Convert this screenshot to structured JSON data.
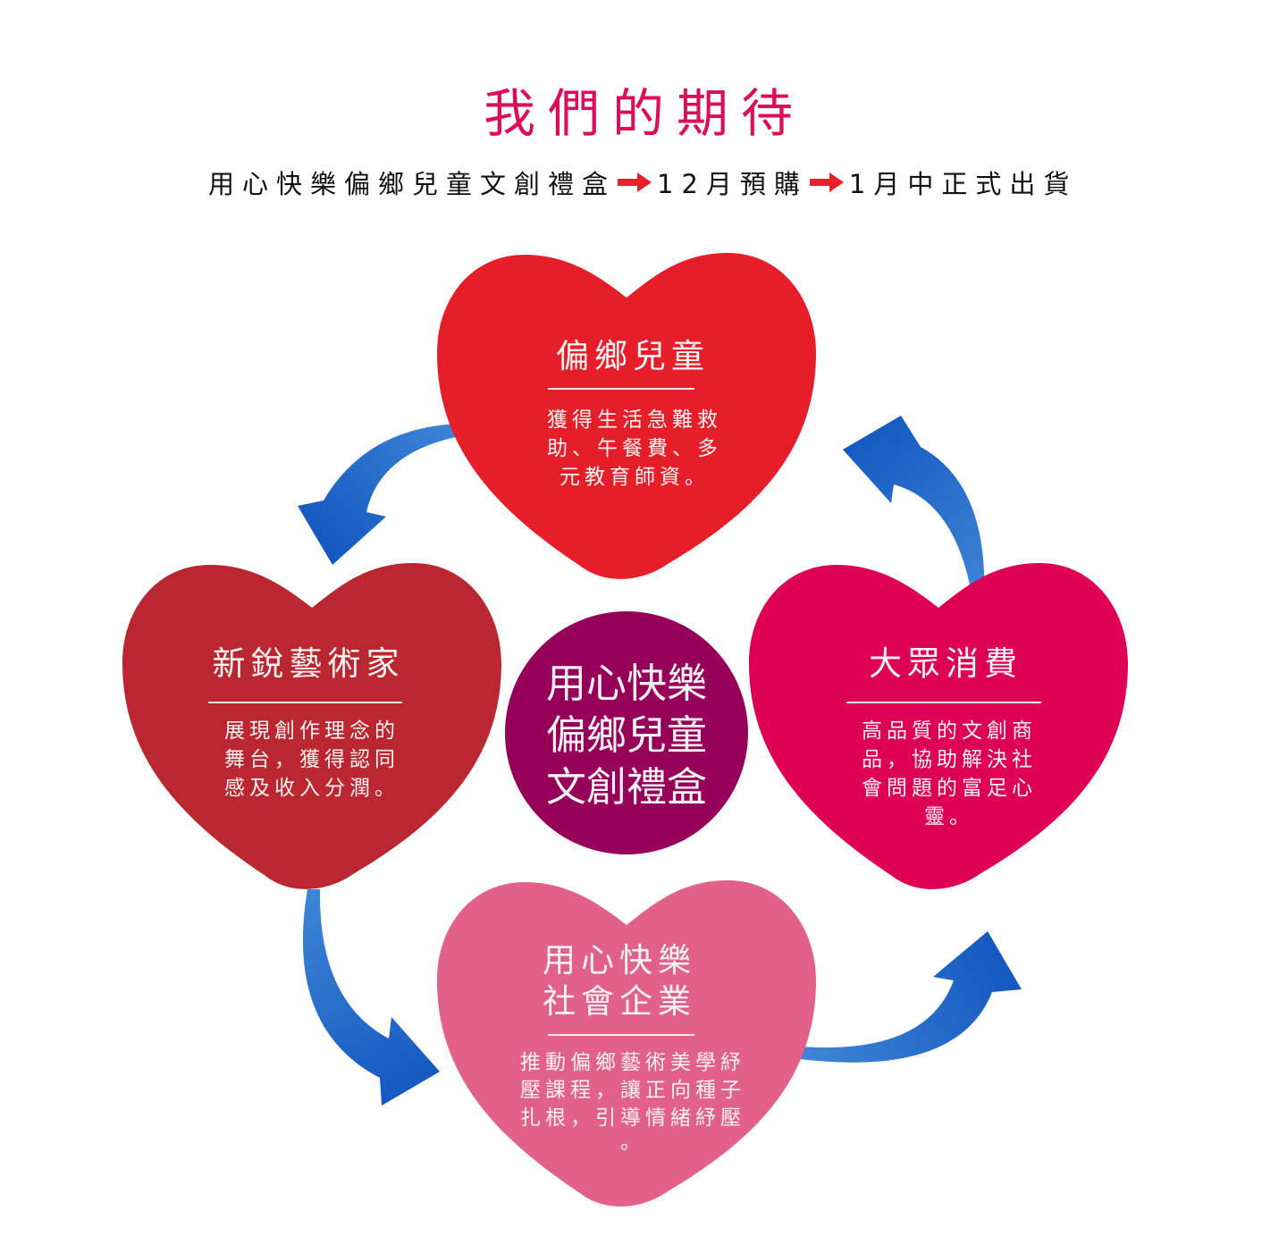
{
  "title": "我們的期待",
  "subtitle": {
    "product": "用心快樂偏鄉兒童文創禮盒",
    "step_preorder": "12月預購",
    "step_ship": "1月中正式出貨",
    "arrow_icon": "red-right-arrow",
    "arrow_color": "#e8202a"
  },
  "center": {
    "lines": [
      "用心快樂",
      "偏鄉兒童",
      "文創禮盒"
    ],
    "color": "#970059"
  },
  "hearts": {
    "top": {
      "title_lines": [
        "偏鄉兒童"
      ],
      "body_lines": [
        "獲得生活急難救",
        "助、午餐費、多",
        "元教育師資。"
      ],
      "color": "#e61e2a"
    },
    "left": {
      "title_lines": [
        "新銳藝術家"
      ],
      "body_lines": [
        "展現創作理念的",
        "舞台，獲得認同",
        "感及收入分潤。"
      ],
      "color": "#ba2730"
    },
    "right": {
      "title_lines": [
        "大眾消費"
      ],
      "body_lines": [
        "高品質的文創商",
        "品，協助解決社",
        "會問題的富足心",
        "靈。"
      ],
      "color": "#dd0055"
    },
    "bottom": {
      "title_lines": [
        "用心快樂",
        "社會企業"
      ],
      "body_lines": [
        "推動偏鄉藝術美學紓",
        "壓課程，讓正向種子",
        "扎根，引導情緒紓壓",
        "。"
      ],
      "color": "#e26188"
    }
  },
  "cycle_arrows": {
    "icon": "curved-arrow",
    "color_light": "#3d85d6",
    "color_dark": "#1356bf"
  }
}
